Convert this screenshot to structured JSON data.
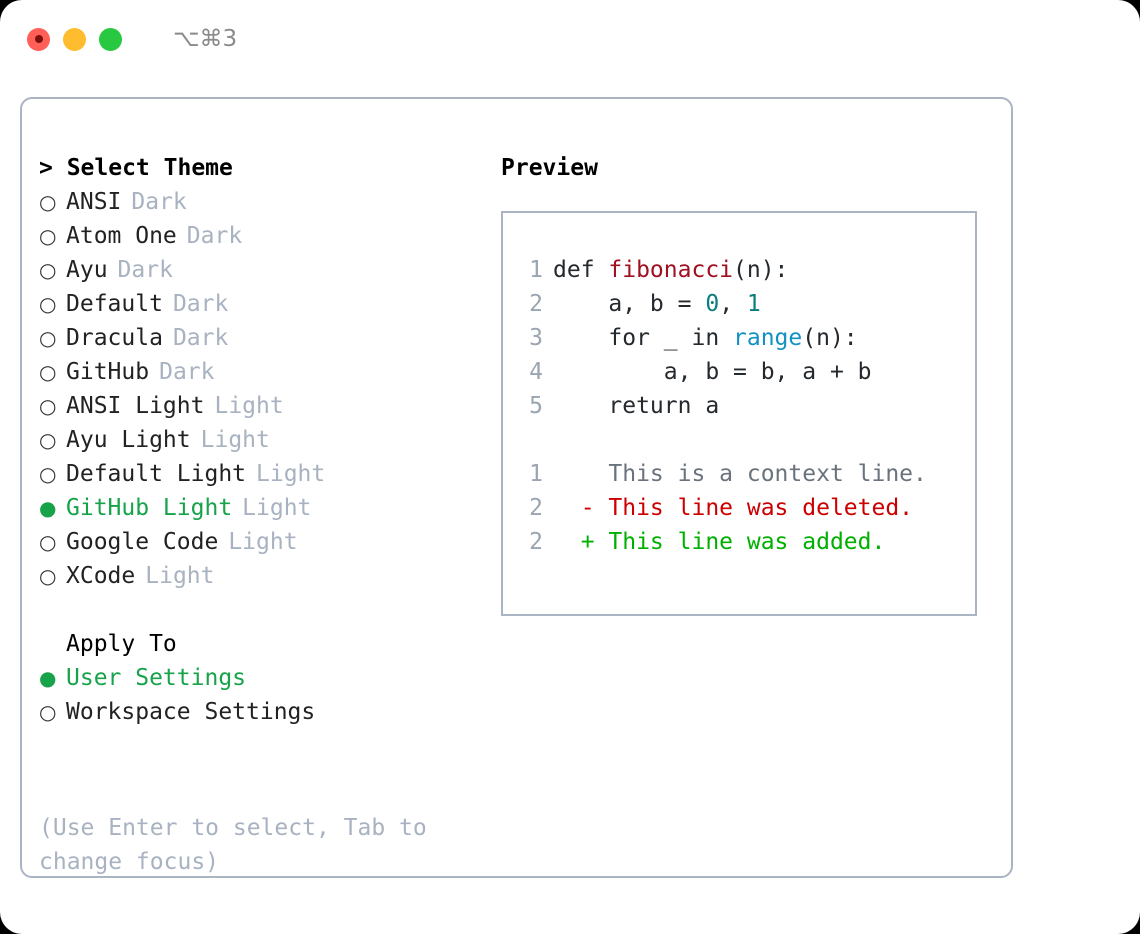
{
  "window": {
    "shortcut": "⌥⌘3",
    "traffic_lights": [
      {
        "name": "close",
        "color": "#ff5f57"
      },
      {
        "name": "minimize",
        "color": "#febc2e"
      },
      {
        "name": "maximize",
        "color": "#28c840"
      }
    ]
  },
  "theme_picker": {
    "title": "> Select Theme",
    "accent_color": "#16a34a",
    "badge_color": "#a8b2c0",
    "items": [
      {
        "marker": "○",
        "label": "ANSI",
        "badge": "Dark",
        "selected": false
      },
      {
        "marker": "○",
        "label": "Atom One",
        "badge": "Dark",
        "selected": false
      },
      {
        "marker": "○",
        "label": "Ayu",
        "badge": "Dark",
        "selected": false
      },
      {
        "marker": "○",
        "label": "Default",
        "badge": "Dark",
        "selected": false
      },
      {
        "marker": "○",
        "label": "Dracula",
        "badge": "Dark",
        "selected": false
      },
      {
        "marker": "○",
        "label": "GitHub",
        "badge": "Dark",
        "selected": false
      },
      {
        "marker": "○",
        "label": "ANSI Light",
        "badge": "Light",
        "selected": false
      },
      {
        "marker": "○",
        "label": "Ayu Light",
        "badge": "Light",
        "selected": false
      },
      {
        "marker": "○",
        "label": "Default Light",
        "badge": "Light",
        "selected": false
      },
      {
        "marker": "●",
        "label": "GitHub Light",
        "badge": "Light",
        "selected": true
      },
      {
        "marker": "○",
        "label": "Google Code",
        "badge": "Light",
        "selected": false
      },
      {
        "marker": "○",
        "label": "XCode",
        "badge": "Light",
        "selected": false
      }
    ]
  },
  "apply_to": {
    "title": "Apply To",
    "items": [
      {
        "marker": "●",
        "label": "User Settings",
        "selected": true
      },
      {
        "marker": "○",
        "label": "Workspace Settings",
        "selected": false
      }
    ]
  },
  "hint": "(Use Enter to select, Tab to change focus)",
  "preview": {
    "title": "Preview",
    "code_lines": [
      {
        "number": "1",
        "tokens": [
          {
            "text": "def ",
            "kind": "plain"
          },
          {
            "text": "fibonacci",
            "kind": "fn"
          },
          {
            "text": "(n):",
            "kind": "plain"
          }
        ]
      },
      {
        "number": "2",
        "tokens": [
          {
            "text": "    a, b = ",
            "kind": "plain"
          },
          {
            "text": "0",
            "kind": "num"
          },
          {
            "text": ", ",
            "kind": "plain"
          },
          {
            "text": "1",
            "kind": "num"
          }
        ]
      },
      {
        "number": "3",
        "tokens": [
          {
            "text": "    for _ in ",
            "kind": "plain"
          },
          {
            "text": "range",
            "kind": "call"
          },
          {
            "text": "(n):",
            "kind": "plain"
          }
        ]
      },
      {
        "number": "4",
        "tokens": [
          {
            "text": "        a, b = b, a + b",
            "kind": "plain"
          }
        ]
      },
      {
        "number": "5",
        "tokens": [
          {
            "text": "    return a",
            "kind": "plain"
          }
        ]
      }
    ],
    "diff_lines": [
      {
        "number": "1",
        "sign": " ",
        "text": "This is a context line.",
        "kind": "ctx"
      },
      {
        "number": "2",
        "sign": "-",
        "text": "This line was deleted.",
        "kind": "del"
      },
      {
        "number": "2",
        "sign": "+",
        "text": "This line was added.",
        "kind": "add"
      }
    ],
    "colors": {
      "function": "#a01020",
      "number": "#0b7d7d",
      "call": "#1292c4",
      "context": "#6a737d",
      "deleted": "#cc0000",
      "added": "#00b000",
      "line_number": "#9aa5b1"
    }
  }
}
